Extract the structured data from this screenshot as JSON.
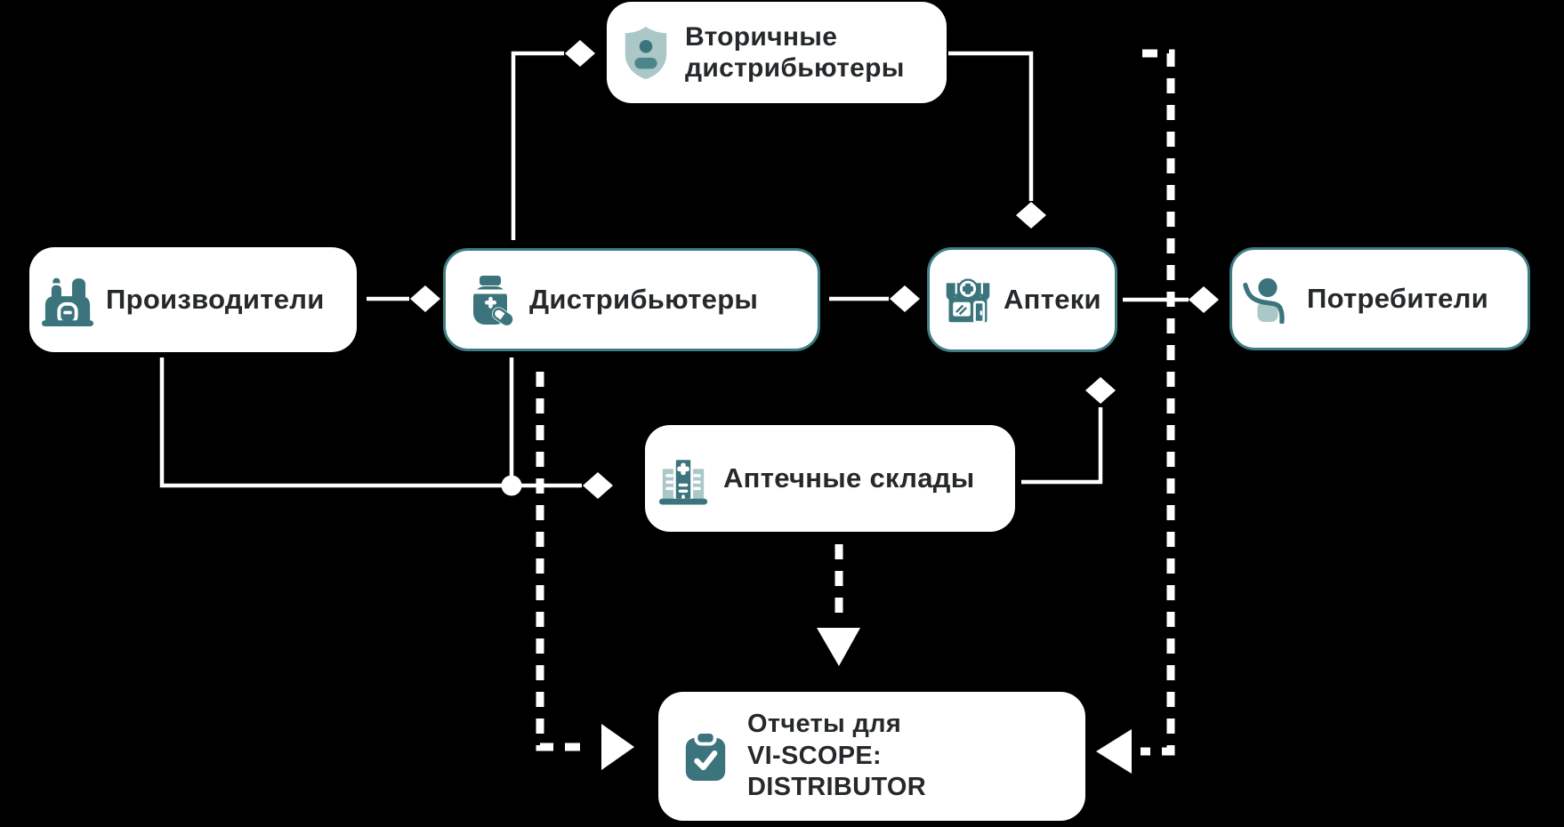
{
  "diagram": {
    "title_context": "Pharmaceutical distribution flow to VI-SCOPE: DISTRIBUTOR reports",
    "colors": {
      "background": "#000000",
      "box_fill": "#ffffff",
      "box_border_teal": "#3d7c82",
      "icon_teal_dark": "#3b747c",
      "icon_teal_light": "#abc7c8",
      "icon_teal_mid": "#4d858b",
      "text": "#26292b",
      "connector": "#ffffff"
    },
    "nodes": {
      "secondary_distributors": {
        "label": "Вторичные дистрибьютеры",
        "icon": "shield-person-icon",
        "bordered": false
      },
      "manufacturers": {
        "label": "Производители",
        "icon": "factory-icon",
        "bordered": false
      },
      "distributors": {
        "label": "Дистрибьютеры",
        "icon": "medicine-jar-icon",
        "bordered": true
      },
      "pharmacies": {
        "label": "Аптеки",
        "icon": "pharmacy-store-icon",
        "bordered": true
      },
      "consumers": {
        "label": "Потребители",
        "icon": "person-raising-hand-icon",
        "bordered": true
      },
      "pharmacy_warehouses": {
        "label": "Аптечные склады",
        "icon": "pharmacy-building-icon",
        "bordered": false
      },
      "reports": {
        "line1": "Отчеты для",
        "line2": "VI-SCOPE:",
        "line3": "DISTRIBUTOR",
        "icon": "clipboard-check-icon",
        "bordered": false
      }
    },
    "edges": [
      {
        "from": "distributors",
        "to": "secondary_distributors",
        "style": "solid",
        "marker": "diamond"
      },
      {
        "from": "secondary_distributors",
        "to": "pharmacies",
        "style": "solid",
        "marker": "diamond"
      },
      {
        "from": "manufacturers",
        "to": "distributors",
        "style": "solid",
        "marker": "diamond"
      },
      {
        "from": "distributors",
        "to": "pharmacies",
        "style": "solid",
        "marker": "diamond"
      },
      {
        "from": "pharmacies",
        "to": "consumers",
        "style": "solid",
        "marker": "diamond"
      },
      {
        "from": "manufacturers",
        "to": "pharmacy_warehouses",
        "style": "solid",
        "marker": "diamond"
      },
      {
        "from": "distributors",
        "to": "pharmacy_warehouses",
        "style": "solid",
        "marker": "junction-dot"
      },
      {
        "from": "pharmacy_warehouses",
        "to": "pharmacies",
        "style": "solid",
        "marker": "diamond"
      },
      {
        "from": "distributors",
        "to": "reports",
        "style": "dashed",
        "marker": "triangle"
      },
      {
        "from": "pharmacy_warehouses",
        "to": "reports",
        "style": "dashed",
        "marker": "triangle"
      },
      {
        "from": "secondary_distributors",
        "to": "reports",
        "style": "dashed",
        "marker": "triangle"
      }
    ]
  }
}
